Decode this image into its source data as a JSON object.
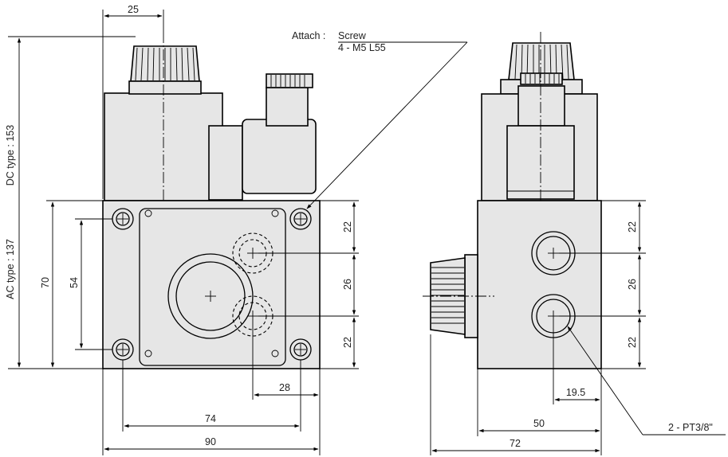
{
  "attach": {
    "label": "Attach :",
    "value": "Screw",
    "spec": "4 - M5 L55"
  },
  "dimensions": {
    "top_25": "25",
    "dc_type": "DC type : 153",
    "ac_type": "AC type : 137",
    "h_70": "70",
    "h_54": "54",
    "r_22_top": "22",
    "r_26": "26",
    "r_22_bottom": "22",
    "w_28": "28",
    "w_74": "74",
    "w_90": "90",
    "side_22_top": "22",
    "side_26": "26",
    "side_22_bottom": "22",
    "side_19_5": "19.5",
    "side_50": "50",
    "side_72": "72",
    "port_label": "2 - PT3/8\""
  }
}
